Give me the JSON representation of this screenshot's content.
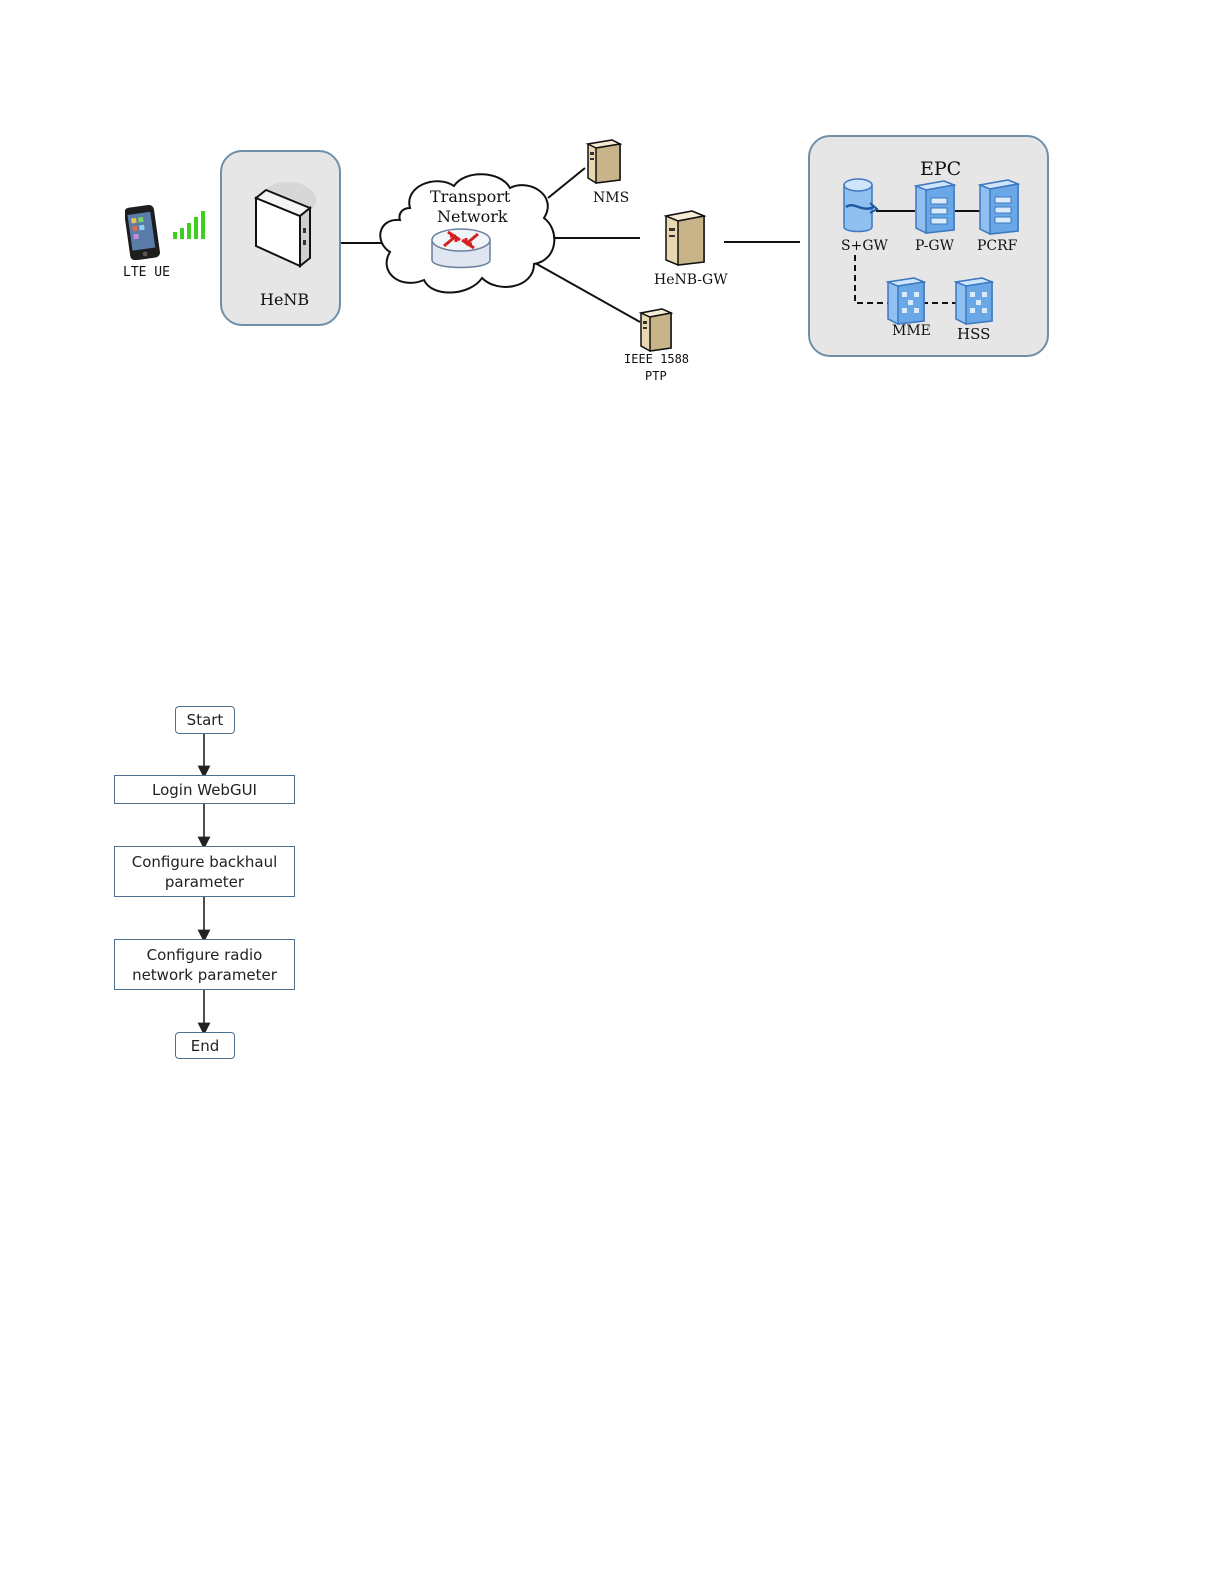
{
  "network_diagram": {
    "labels": {
      "lte_ue": "LTE UE",
      "henb": "HeNB",
      "transport_network_line1": "Transport",
      "transport_network_line2": "Network",
      "nms": "NMS",
      "henb_gw": "HeNB-GW",
      "ieee_line1": "IEEE 1588",
      "ieee_line2": "PTP",
      "epc": "EPC",
      "sgw": "S+GW",
      "pgw": "P-GW",
      "pcrf": "PCRF",
      "mme": "MME",
      "hss": "HSS"
    },
    "colors": {
      "panel_fill": "#e6e6e6",
      "panel_border": "#6f8fa8",
      "signal_bars": "#3ccf1f",
      "router_arrows": "#d42020",
      "epc_node_blue": "#8fc0f0"
    }
  },
  "flowchart": {
    "steps": [
      "Start",
      "Login WebGUI",
      "Configure backhaul parameter",
      "Configure radio network parameter",
      "End"
    ],
    "step_lines": {
      "s3_l1": "Configure backhaul",
      "s3_l2": "parameter",
      "s4_l1": "Configure radio",
      "s4_l2": "network parameter"
    }
  }
}
